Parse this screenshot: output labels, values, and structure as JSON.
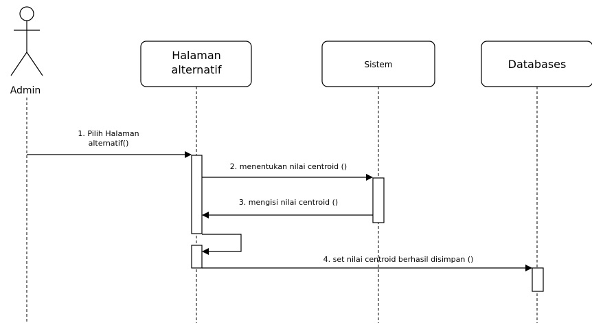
{
  "actor": {
    "label": "Admin"
  },
  "lifelines": [
    {
      "id": "halaman",
      "label_lines": [
        "Halaman",
        "alternatif"
      ]
    },
    {
      "id": "sistem",
      "label_lines": [
        "Sistem"
      ]
    },
    {
      "id": "databases",
      "label_lines": [
        "Databases"
      ]
    }
  ],
  "messages": [
    {
      "label_lines": [
        "1. Pilih Halaman",
        "alternatif()"
      ],
      "from": "admin",
      "to": "halaman",
      "type": "sync"
    },
    {
      "label_lines": [
        "2. menentukan nilai centroid ()"
      ],
      "from": "halaman",
      "to": "sistem",
      "type": "sync"
    },
    {
      "label_lines": [
        "3. mengisi nilai centroid ()"
      ],
      "from": "sistem",
      "to": "halaman",
      "type": "return"
    },
    {
      "label_lines": [],
      "from": "halaman",
      "to": "halaman",
      "type": "self"
    },
    {
      "label_lines": [
        "4. set nilai centroid berhasil disimpan ()"
      ],
      "from": "halaman",
      "to": "databases",
      "type": "sync"
    }
  ]
}
